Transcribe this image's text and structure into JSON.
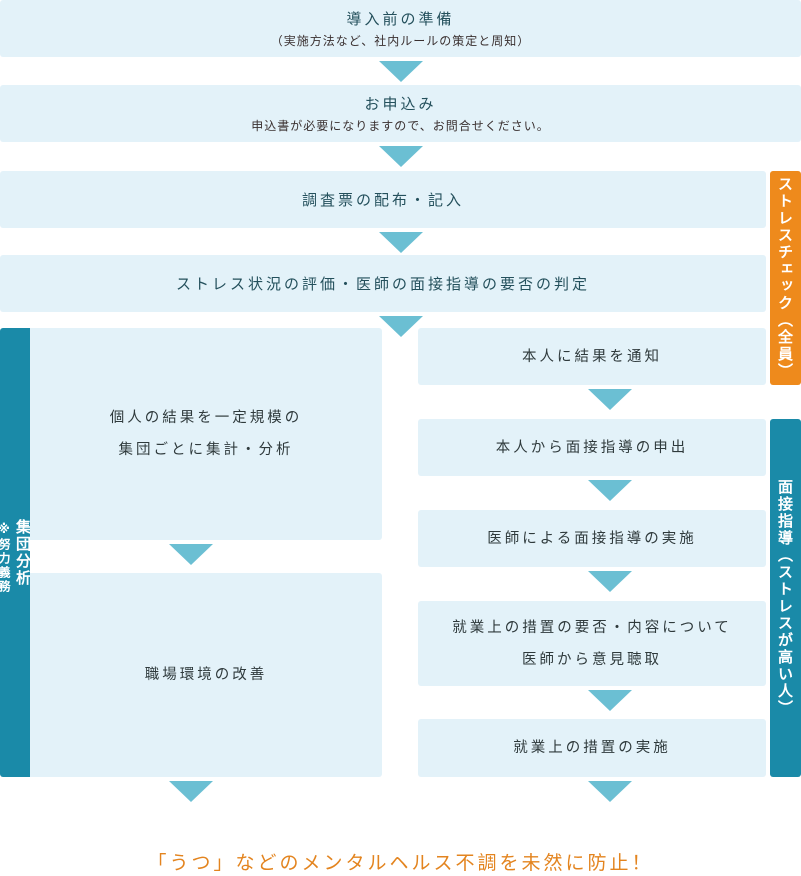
{
  "steps": {
    "prep": {
      "title": "導入前の準備",
      "sub": "（実施方法など、社内ルールの策定と周知）"
    },
    "apply": {
      "title": "お申込み",
      "sub": "申込書が必要になりますので、お問合せください。"
    },
    "survey": {
      "title": "調査票の配布・記入"
    },
    "evaluate": {
      "title": "ストレス状況の評価・医師の面接指導の要否の判定"
    }
  },
  "left": {
    "tag": "集団分析",
    "tag_note": "※努力義務",
    "items": [
      "個人の結果を一定規模の",
      "集団ごとに集計・分析"
    ],
    "improve": "職場環境の改善"
  },
  "right": {
    "notify": "本人に結果を通知",
    "request": "本人から面接指導の申出",
    "interview": "医師による面接指導の実施",
    "opinion": [
      "就業上の措置の要否・内容について",
      "医師から意見聴取"
    ],
    "measures": "就業上の措置の実施"
  },
  "tags": {
    "stress_check": "ストレスチェック（全員）",
    "interview": "面接指導（ストレスが高い人）"
  },
  "footer": "「うつ」などのメンタルヘルス不調を未然に防止！",
  "colors": {
    "box": "#e3f2f9",
    "arrow": "#6bbfd3",
    "teal": "#1a8aa8",
    "orange": "#ee8a1c",
    "footer": "#e3841f"
  }
}
